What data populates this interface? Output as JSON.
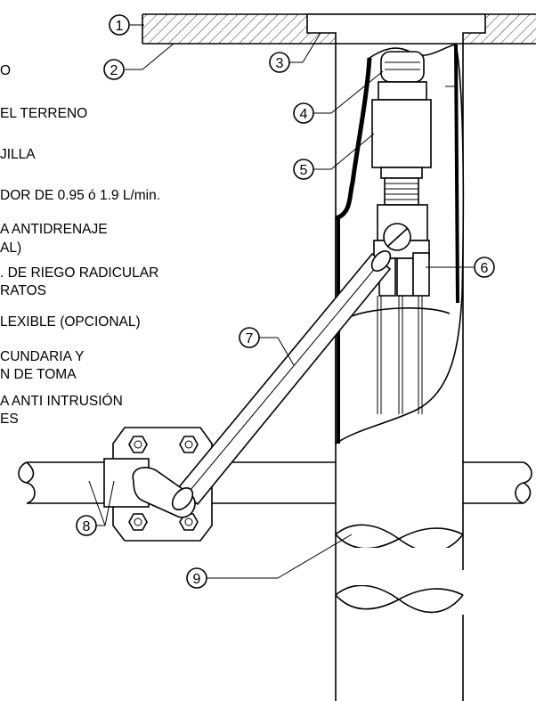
{
  "legend": [
    "O",
    "EL TERRENO",
    "JILLA",
    "DOR DE 0.95 ó 1.9 L/min.",
    "A ANTIDRENAJE",
    "AL)",
    ". DE RIEGO RADICULAR",
    "RATOS",
    "LEXIBLE (OPCIONAL)",
    "CUNDARIA Y",
    "N DE TOMA",
    "A ANTI INTRUSIÓN",
    "ES"
  ],
  "callouts": [
    "1",
    "2",
    "3",
    "4",
    "5",
    "6",
    "7",
    "8",
    "9"
  ],
  "icons": {
    "hatch": "diagonal-hatch-pattern",
    "bolt": "hex-nut-icon"
  }
}
